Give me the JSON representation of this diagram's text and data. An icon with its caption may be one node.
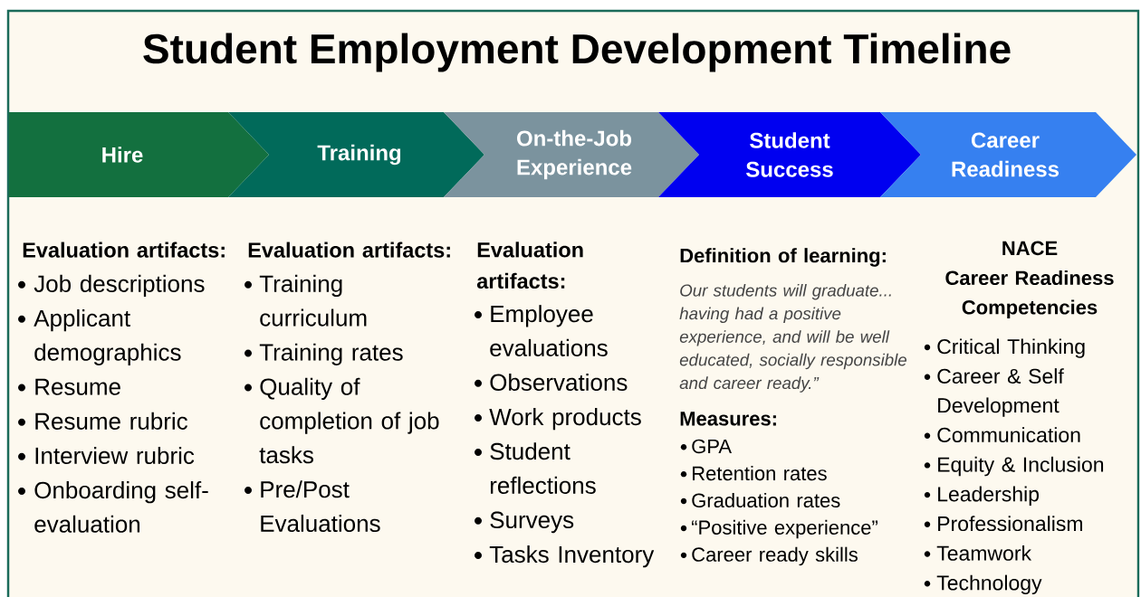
{
  "diagram": {
    "title": "Student Employment Development Timeline",
    "nodes": [
      {
        "text": [
          "Hire"
        ],
        "beside": [
          "Evaluation artifacts:",
          "Job descriptions",
          "Applicant demographics",
          "Resume",
          "Resume rubric",
          "Interview rubric",
          "Onboarding self-evaluation"
        ]
      },
      {
        "text": [
          "Training"
        ],
        "beside": [
          "Evaluation artifacts:",
          "Training curriculum",
          "Training rates",
          "Quality of completion of job tasks",
          "Pre/Post Evaluations"
        ]
      },
      {
        "text": [
          "On-the-Job Experience"
        ],
        "beside": [
          "Evaluation artifacts:",
          "Employee evaluations",
          "Observations",
          "Work products",
          "Student reflections",
          "Surveys",
          "Tasks Inventory"
        ]
      },
      {
        "text": [
          "Student Success"
        ],
        "beside": [
          "Definition of learning:",
          "Our students will graduate... having had a positive experience, and will be well educated, socially responsible and career ready.”",
          "Measures:",
          "GPA",
          "Retention rates",
          "Graduation rates",
          "“Positive experience”",
          "Career ready skills"
        ]
      },
      {
        "text": [
          "Career Readiness"
        ],
        "beside": [
          "NACE",
          "Career Readiness Competencies",
          "Critical Thinking",
          "Career & Self Development",
          "Communication",
          "Equity & Inclusion",
          "Leadership",
          "Professionalism",
          "Teamwork",
          "Technology"
        ]
      }
    ]
  }
}
